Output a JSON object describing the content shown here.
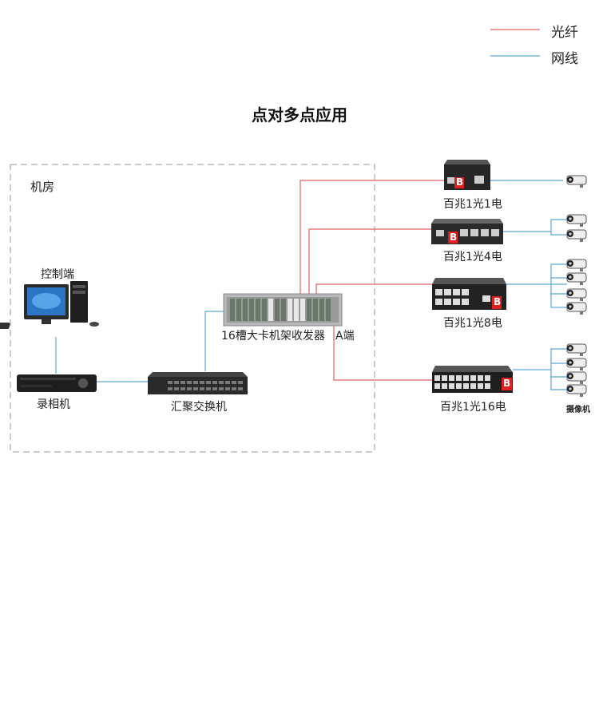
{
  "legend": {
    "fiber_label": "光纤",
    "network_label": "网线",
    "fiber_color": "#e06060",
    "network_color": "#5aa8d8"
  },
  "title": "点对多点应用",
  "room_label": "机房",
  "devices": {
    "control": "控制端",
    "recorder": "录相机",
    "switch": "汇聚交换机",
    "rack": "16槽大卡机架收发器",
    "rack_end": "A端",
    "t1": "百兆1光1电",
    "t4": "百兆1光4电",
    "t8": "百兆1光8电",
    "t16": "百兆1光16电",
    "camera": "摄像机",
    "b_tag": "B"
  }
}
